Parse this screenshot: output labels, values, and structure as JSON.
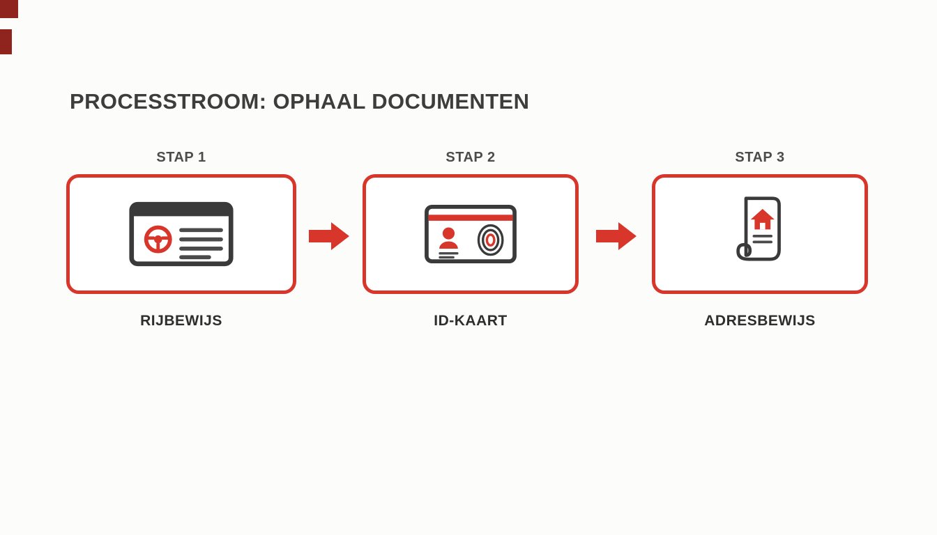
{
  "page": {
    "title": "PROCESSTROOM: OPHAAL DOCUMENTEN"
  },
  "colors": {
    "accent_red": "#d8352b",
    "dark_red": "#8f231e",
    "dark": "#3a3a3a",
    "text_dark": "#2e2e2e",
    "muted_dark": "#4c4c4c",
    "line_gray": "#4a4a4a",
    "background": "#fcfcfb"
  },
  "steps": [
    {
      "step_label": "STAP 1",
      "doc_label": "RIJBEWIJS",
      "icon": "drivers-license-icon"
    },
    {
      "step_label": "STAP 2",
      "doc_label": "ID-KAART",
      "icon": "id-card-icon"
    },
    {
      "step_label": "STAP 3",
      "doc_label": "ADRESBEWIJS",
      "icon": "address-proof-icon"
    }
  ],
  "connectors": [
    {
      "icon": "arrow-right-icon"
    },
    {
      "icon": "arrow-right-icon"
    }
  ]
}
